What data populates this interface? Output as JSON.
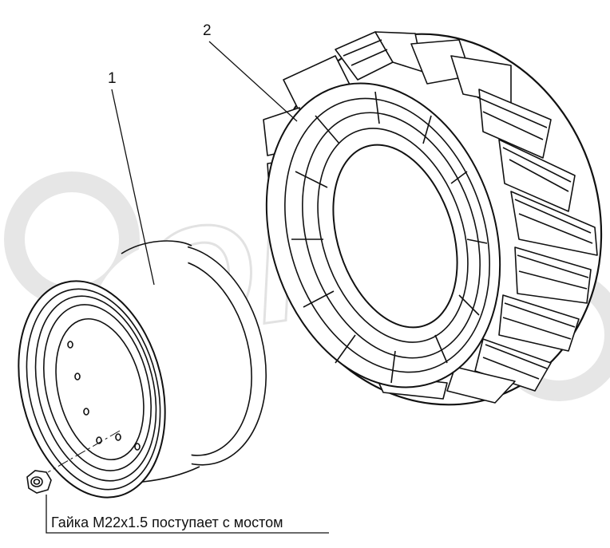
{
  "callouts": {
    "rim": "1",
    "tire": "2"
  },
  "note": {
    "text": "Гайка М22х1.5 поступает с мостом"
  },
  "watermark": {
    "text": "OPEX"
  },
  "colors": {
    "line": "#111111",
    "watermark": "#e6e6e6",
    "background": "#ffffff"
  }
}
